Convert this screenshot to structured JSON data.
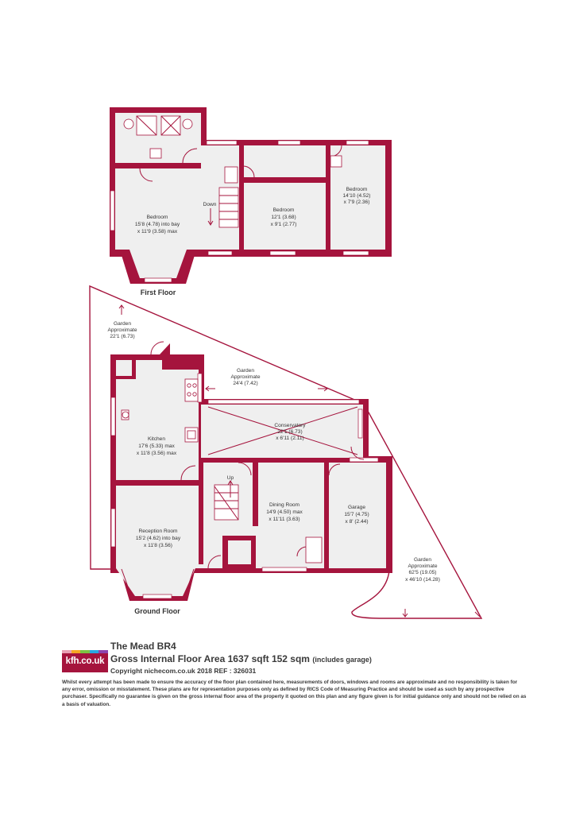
{
  "first_floor": {
    "label": "First Floor",
    "bedroom_main": {
      "name": "Bedroom",
      "size1": "15'8 (4.78) into bay",
      "size2": "x 11'9 (3.58) max"
    },
    "bedroom_mid": {
      "name": "Bedroom",
      "size1": "12'1 (3.68)",
      "size2": "x 9'1 (2.77)"
    },
    "bedroom_right": {
      "name": "Bedroom",
      "size1": "14'10 (4.52)",
      "size2": "x 7'9 (2.36)"
    },
    "stairs_label": "Down"
  },
  "ground_floor": {
    "label": "Ground Floor",
    "garden_top": {
      "name": "Garden",
      "l2": "Approximate",
      "size": "22'1 (6.73)"
    },
    "garden_mid": {
      "name": "Garden",
      "l2": "Approximate",
      "size": "24'4 (7.42)"
    },
    "garden_right": {
      "name": "Garden",
      "l2": "Approximate",
      "size1": "62'5 (19.05)",
      "size2": "x 46'10 (14.28)"
    },
    "kitchen": {
      "name": "Kitchen",
      "size1": "17'6 (5.33) max",
      "size2": "x 11'8 (3.56) max"
    },
    "conservatory": {
      "name": "Conservatory",
      "size": "22'1 (6.73)",
      "size2": "x 6'11 (2.11)"
    },
    "dining": {
      "name": "Dining Room",
      "size1": "14'9 (4.50) max",
      "size2": "x 11'11 (3.63)"
    },
    "garage": {
      "name": "Garage",
      "size1": "15'7 (4.75)",
      "size2": "x 8' (2.44)"
    },
    "reception": {
      "name": "Reception Room",
      "size1": "15'2 (4.62) into bay",
      "size2": "x 11'8 (3.56)"
    },
    "stairs_label": "Up"
  },
  "footer": {
    "logo_text": "kfh.co.uk",
    "logo_colors": [
      "#e8a0b4",
      "#f5a623",
      "#7cc242",
      "#29a8e0",
      "#8e44ad"
    ],
    "title": "The Mead BR4",
    "area": "Gross Internal Floor Area 1637 sqft 152 sqm",
    "area_note": "(includes garage)",
    "copyright": "Copyright nichecom.co.uk 2018 REF : 326031",
    "disclaimer": "Whilst every attempt has been made to ensure the accuracy of the floor plan contained here, measurements of doors, windows and rooms are approximate and no responsibility is taken for any error, omission or misstatement. These plans are for representation purposes only as defined by RICS Code of Measuring Practice and should be used as such by any prospective purchaser. Specifically no guarantee is given on the gross internal floor area of the property it quoted on this plan and any figure given is for initial guidance only and should not be relied on as a basis of valuation."
  },
  "colors": {
    "wall": "#a5143d",
    "room": "#efefef"
  }
}
